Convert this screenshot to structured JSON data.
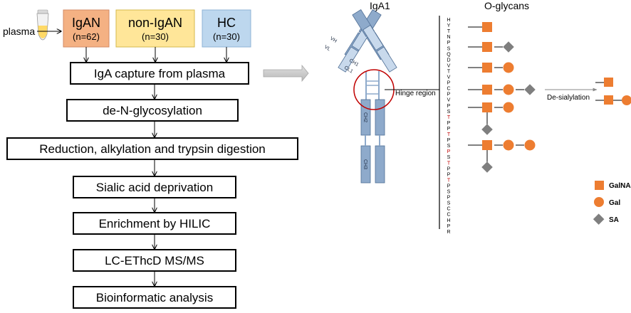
{
  "workflow": {
    "plasma_label": "plasma",
    "groups": [
      {
        "name": "IgAN",
        "n": "(n=62)",
        "fill": "#f4b183",
        "stroke": "#d38a64"
      },
      {
        "name": "non-IgAN",
        "n": "(n=30)",
        "fill": "#ffe699",
        "stroke": "#d4b94d"
      },
      {
        "name": "HC",
        "n": "(n=30)",
        "fill": "#bdd7ee",
        "stroke": "#8fb3d6"
      }
    ],
    "steps": [
      "IgA capture from plasma",
      "de-N-glycosylation",
      "Reduction, alkylation and trypsin digestion",
      "Sialic acid deprivation",
      "Enrichment by HILIC",
      "LC-EThcD MS/MS",
      "Bioinformatic analysis"
    ]
  },
  "antibody": {
    "title": "IgA1",
    "domains": {
      "vh": "VH",
      "vl": "VL",
      "ch1": "CH1",
      "cl1": "CL1",
      "ch2": "CH2",
      "ch3": "CH3"
    },
    "hinge_label": "Hinge region",
    "sequence": [
      "H",
      "Y",
      "T",
      "N",
      "P",
      "S",
      "Q",
      "D",
      "V",
      "T",
      "V",
      "P",
      "C",
      "P",
      "V",
      "P",
      "S",
      "T",
      "P",
      "P",
      "T",
      "P",
      "S",
      "P",
      "S",
      "T",
      "P",
      "P",
      "T",
      "P",
      "S",
      "P",
      "S",
      "C",
      "C",
      "H",
      "P",
      "R"
    ],
    "highlighted_indices": [
      17,
      20,
      23,
      25,
      28
    ]
  },
  "glycans": {
    "title": "O-glycans",
    "desialylation_label": "De-sialylation",
    "legend": [
      {
        "label": "GalNAc",
        "shape": "square",
        "color": "#ed7d31"
      },
      {
        "label": "Gal",
        "shape": "circle",
        "color": "#ed7d31"
      },
      {
        "label": "SA",
        "shape": "diamond",
        "color": "#7f7f7f"
      }
    ]
  },
  "colors": {
    "antibody_dark": "#8eaacb",
    "antibody_light": "#c8d9ec",
    "hinge_circle": "#c00000",
    "seq_highlight": "#c00000",
    "arrow_gray": "#bfbfbf"
  }
}
